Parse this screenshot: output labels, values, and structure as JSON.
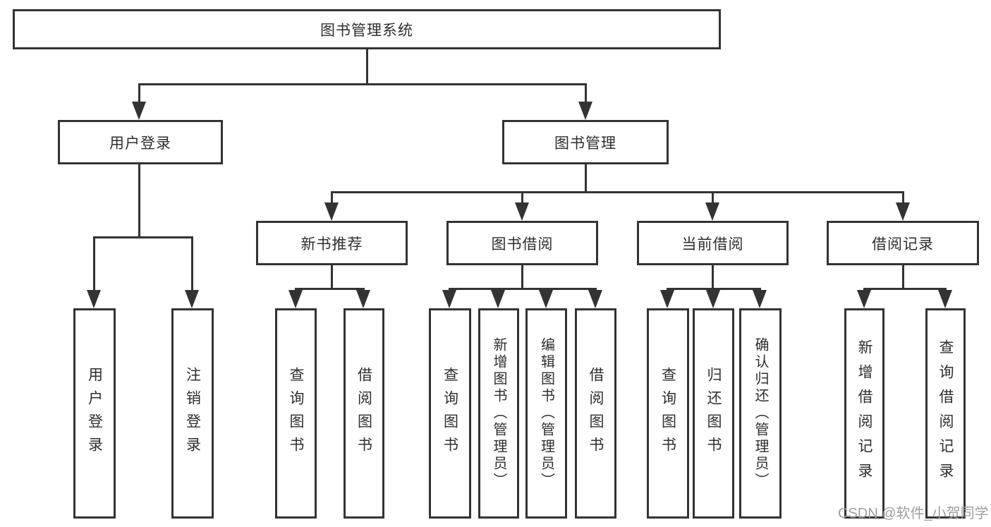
{
  "tree": {
    "root": "图书管理系统",
    "branches": [
      {
        "label": "用户登录",
        "children": [
          "用户登录",
          "注销登录"
        ]
      },
      {
        "label": "图书管理",
        "groups": [
          {
            "label": "新书推荐",
            "children": [
              "查询图书",
              "借阅图书"
            ]
          },
          {
            "label": "图书借阅",
            "children": [
              "查询图书",
              "新增图书（管理员）",
              "编辑图书（管理员）",
              "借阅图书"
            ]
          },
          {
            "label": "当前借阅",
            "children": [
              "查询图书",
              "归还图书",
              "确认归还（管理员）"
            ]
          },
          {
            "label": "借阅记录",
            "children": [
              "新增借阅记录",
              "查询借阅记录"
            ]
          }
        ]
      }
    ]
  },
  "watermark": {
    "text": "CSDN @软件_小贺同学"
  },
  "colors": {
    "line": "#333333",
    "text": "#2e2e2e",
    "watermark": "#9e9e9e",
    "background": "#ffffff"
  }
}
